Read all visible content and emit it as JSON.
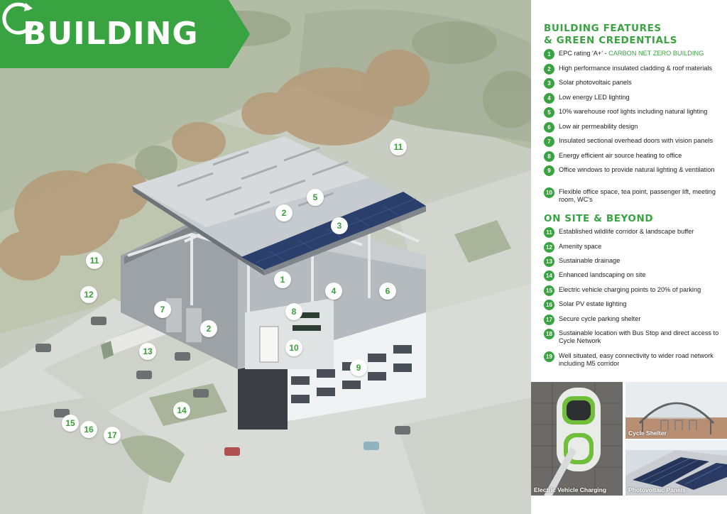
{
  "title": {
    "text": "BUILDING",
    "logo_icon": "recycle-c-logo",
    "banner_color": "#3aa341"
  },
  "map_markers": [
    "11",
    "11",
    "12",
    "7",
    "2",
    "13",
    "14",
    "15",
    "16",
    "17",
    "5",
    "2",
    "3",
    "1",
    "4",
    "6",
    "8",
    "10",
    "9"
  ],
  "features_heading": [
    "BUILDING FEATURES",
    "& GREEN CREDENTIALS"
  ],
  "features": [
    {
      "num": "1",
      "text": "EPC rating 'A+' - ",
      "highlight": "CARBON NET ZERO BUILDING"
    },
    {
      "num": "2",
      "text": "High performance insulated cladding & roof materials"
    },
    {
      "num": "3",
      "text": "Solar photovoltaic panels"
    },
    {
      "num": "4",
      "text": "Low energy LED lighting"
    },
    {
      "num": "5",
      "text": "10% warehouse roof lights including natural lighting"
    },
    {
      "num": "6",
      "text": "Low air permeability design"
    },
    {
      "num": "7",
      "text": "Insulated sectional overhead doors with vision panels"
    },
    {
      "num": "8",
      "text": "Energy efficient air source heating to office"
    },
    {
      "num": "9",
      "text": "Office windows to provide natural lighting & ventilation"
    },
    {
      "num": "10",
      "text": "Flexible office space, tea point, passenger lift, meeting room, WC's"
    }
  ],
  "site_heading": "ON SITE & BEYOND",
  "site_features": [
    {
      "num": "11",
      "text": "Established wildlife corridor & landscape buffer"
    },
    {
      "num": "12",
      "text": "Amenity space"
    },
    {
      "num": "13",
      "text": "Sustainable drainage"
    },
    {
      "num": "14",
      "text": "Enhanced landscaping on site"
    },
    {
      "num": "15",
      "text": "Electric vehicle charging points to 20% of parking"
    },
    {
      "num": "16",
      "text": "Solar PV estate lighting"
    },
    {
      "num": "17",
      "text": "Secure cycle parking shelter"
    },
    {
      "num": "18",
      "text": "Sustainable location with Bus Stop and direct access to Cycle Network"
    },
    {
      "num": "19",
      "text": "Well situated, easy connectivity to wider road network including M5 corridor"
    }
  ],
  "photos": {
    "ev": "Electric Vehicle Charging",
    "cycle": "Cycle Shelter",
    "pv": "Photovoltaic Panels"
  },
  "colors": {
    "accent": "#3aa341",
    "text": "#222222"
  }
}
